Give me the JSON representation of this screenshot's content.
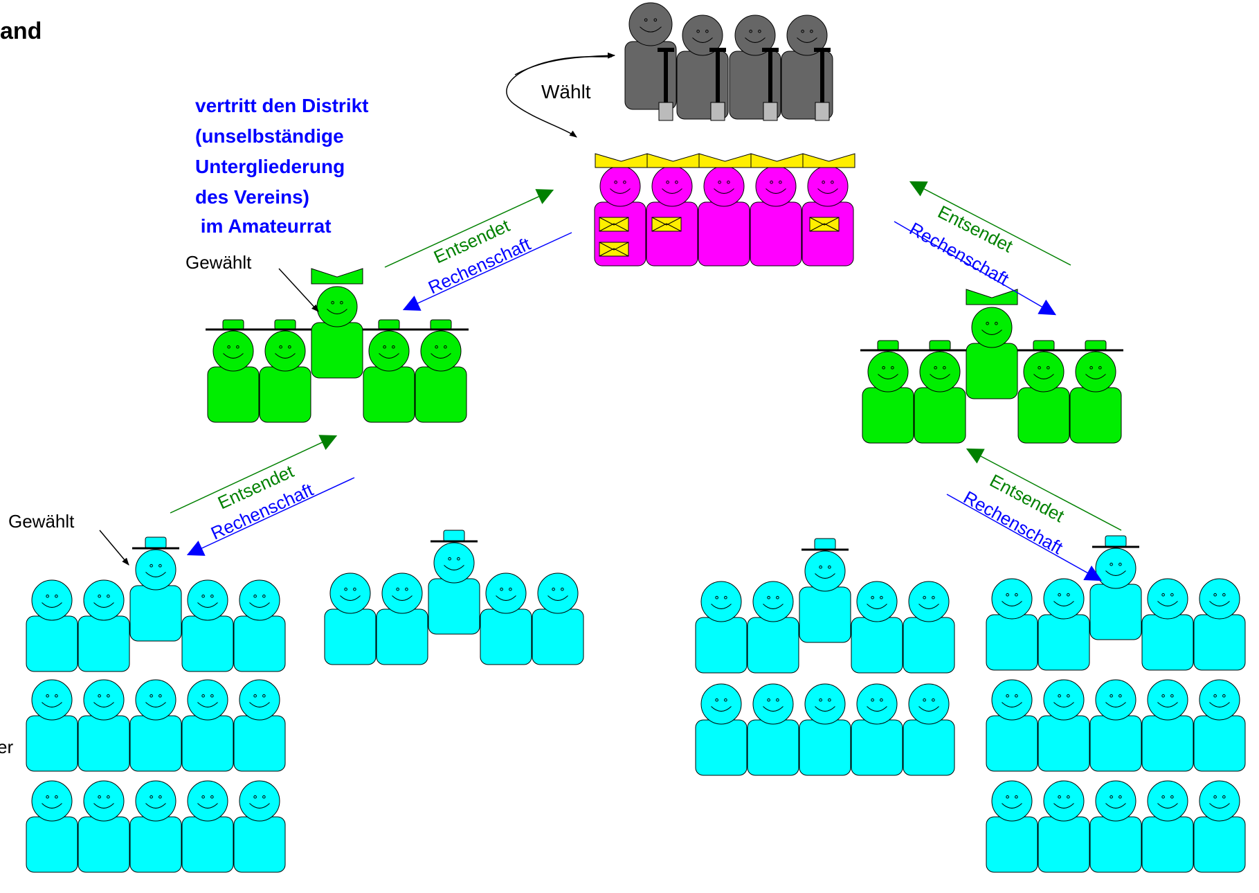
{
  "heading": "and",
  "note": {
    "lines": [
      "vertritt den Distrikt",
      "(unselbständige",
      "Untergliederung",
      "des Vereins)",
      " im Amateurrat"
    ],
    "color": "#0000ff"
  },
  "labels": {
    "waehlt": "Wählt",
    "gewaehlt": "Gewählt",
    "entsendet": "Entsendet",
    "rechenschaft": "Rechenschaft",
    "cut_left": "er"
  },
  "colors": {
    "members": "#00ffff",
    "delegates": "#00ee00",
    "council": "#ff00ff",
    "board": "#666666",
    "crown": "#ffee00",
    "entsendet": "#008000",
    "rechenschaft": "#0000ff",
    "outline": "#000000"
  },
  "groups": {
    "board": {
      "name": "board",
      "count": 4
    },
    "council": {
      "name": "council",
      "count": 5
    },
    "delegates": [
      {
        "name": "delegates-left",
        "count": 5
      },
      {
        "name": "delegates-right",
        "count": 5
      }
    ],
    "members": [
      {
        "name": "members-a",
        "count": 15
      },
      {
        "name": "members-b",
        "count": 5
      },
      {
        "name": "members-c",
        "count": 10
      },
      {
        "name": "members-d",
        "count": 15
      }
    ]
  }
}
